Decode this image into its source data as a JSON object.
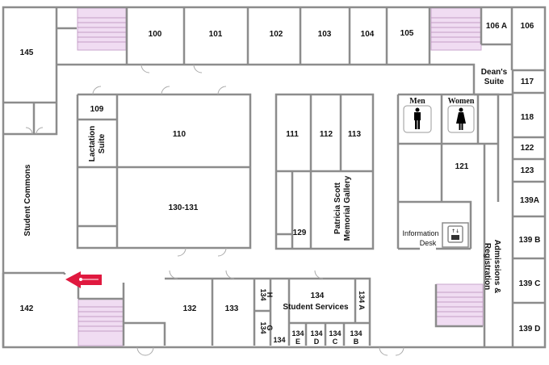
{
  "title": "Floor Plan",
  "rooms": {
    "r145": "145",
    "r100": "100",
    "r101": "101",
    "r102": "102",
    "r103": "103",
    "r104": "104",
    "r105": "105",
    "r106a": "106 A",
    "r106": "106",
    "deans1": "Dean's",
    "deans2": "Suite",
    "r117": "117",
    "r118": "118",
    "r122": "122",
    "r123": "123",
    "r139a": "139A",
    "r139b": "139 B",
    "r139c": "139 C",
    "r139d": "139 D",
    "r109": "109",
    "lact1": "Lactation",
    "lact2": "Suite",
    "r110": "110",
    "r130": "130-131",
    "r111": "111",
    "r112": "112",
    "r113": "113",
    "r129": "129",
    "gal1": "Patricia Scott",
    "gal2": "Memorial Gallery",
    "men": "Men",
    "women": "Women",
    "r121": "121",
    "info1": "Information",
    "info2": "Desk",
    "adm1": "Admissions &",
    "adm2": "Registration",
    "commons": "Student Commons",
    "r142": "142",
    "r132": "132",
    "r133": "133",
    "r134": "134",
    "ss": "Student Services",
    "r134h1": "134",
    "r134h2": "H",
    "r134g1": "134",
    "r134g2": "G",
    "r134a": "134 A",
    "r134x": "134",
    "r134e1": "134",
    "r134e2": "E",
    "r134d1": "134",
    "r134d2": "D",
    "r134c1": "134",
    "r134c2": "C",
    "r134b1": "134",
    "r134b2": "B"
  },
  "icons": {
    "arrow_color": "#e0193f",
    "stair_color": "#f0dcf2"
  }
}
